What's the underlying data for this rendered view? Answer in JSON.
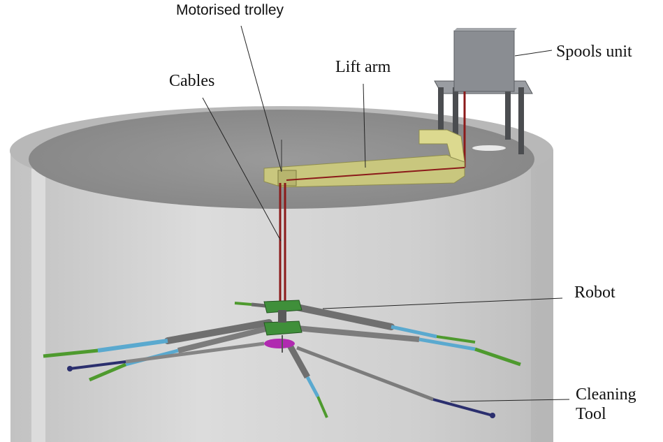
{
  "labels": {
    "motorised_trolley": "Motorised trolley",
    "lift_arm": "Lift arm",
    "cables": "Cables",
    "spools_unit": "Spools unit",
    "robot": "Robot",
    "cleaning_tool": [
      "Cleaning",
      "Tool"
    ]
  },
  "colors": {
    "tank_wall": "#d4d4d4",
    "tank_top": "#8f8f8f",
    "lift_arm": "#c9c77e",
    "cable": "#8b1a1a",
    "robot_body": "#3f8f3a",
    "cleaning_head": "#b02ab0",
    "arm_blue": "#5aa9cf",
    "arm_green": "#4e9a2e",
    "arm_gray": "#7c7c7c",
    "spools_box": "#8a8d92"
  }
}
